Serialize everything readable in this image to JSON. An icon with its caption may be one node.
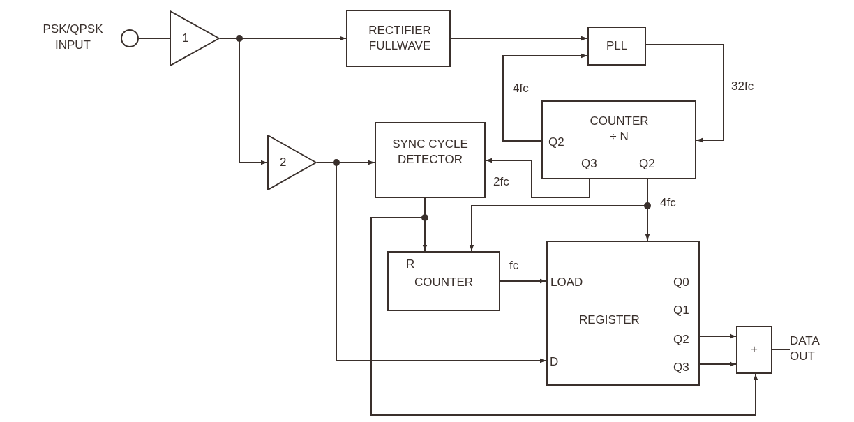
{
  "diagram": {
    "nodes": [
      {
        "text": [],
        "shape": "circle",
        "beside": [
          "PSK/QPSK INPUT"
        ]
      },
      {
        "text": [
          "1"
        ]
      },
      {
        "text": [
          "RECTIFIER FULLWAVE"
        ]
      },
      {
        "text": [
          "PLL"
        ]
      },
      {
        "text": [
          "2"
        ]
      },
      {
        "text": [
          "SYNC CYCLE DETECTOR"
        ]
      },
      {
        "text": [
          "COUNTER ÷ N",
          "Q2",
          "Q3",
          "Q2"
        ]
      },
      {
        "text": [
          "R",
          "COUNTER"
        ]
      },
      {
        "text": [
          "LOAD",
          "Q0",
          "Q1",
          "REGISTER",
          "Q2",
          "D",
          "Q3"
        ]
      },
      {
        "text": [
          "+"
        ]
      },
      {
        "text": [
          "DATA OUT"
        ]
      }
    ],
    "edges": [
      {
        "from": 0,
        "to": 1,
        "arrow": "none"
      },
      {
        "from": 1,
        "to": 2,
        "arrow": "to"
      },
      {
        "from": 1,
        "to": 4,
        "arrow": "to"
      },
      {
        "from": 2,
        "to": 3,
        "arrow": "to"
      },
      {
        "from": 3,
        "to": 6,
        "arrow": "to",
        "label": "32fc"
      },
      {
        "from": 6,
        "to": 3,
        "arrow": "to",
        "label": "4fc"
      },
      {
        "from": 6,
        "to": 5,
        "arrow": "to",
        "label": "2fc"
      },
      {
        "from": 4,
        "to": 5,
        "arrow": "to"
      },
      {
        "from": 4,
        "to": 8,
        "arrow": "to"
      },
      {
        "from": 6,
        "to": 8,
        "arrow": "to",
        "label": "4fc"
      },
      {
        "from": 6,
        "to": 7,
        "arrow": "to"
      },
      {
        "from": 5,
        "to": 7,
        "arrow": "to"
      },
      {
        "from": 5,
        "to": 9,
        "arrow": "to"
      },
      {
        "from": 7,
        "to": 8,
        "arrow": "to",
        "label": "fc"
      },
      {
        "from": 8,
        "to": 9,
        "arrow": "to"
      },
      {
        "from": 8,
        "to": 9,
        "arrow": "to"
      },
      {
        "from": 9,
        "to": 10,
        "arrow": "none"
      }
    ]
  }
}
